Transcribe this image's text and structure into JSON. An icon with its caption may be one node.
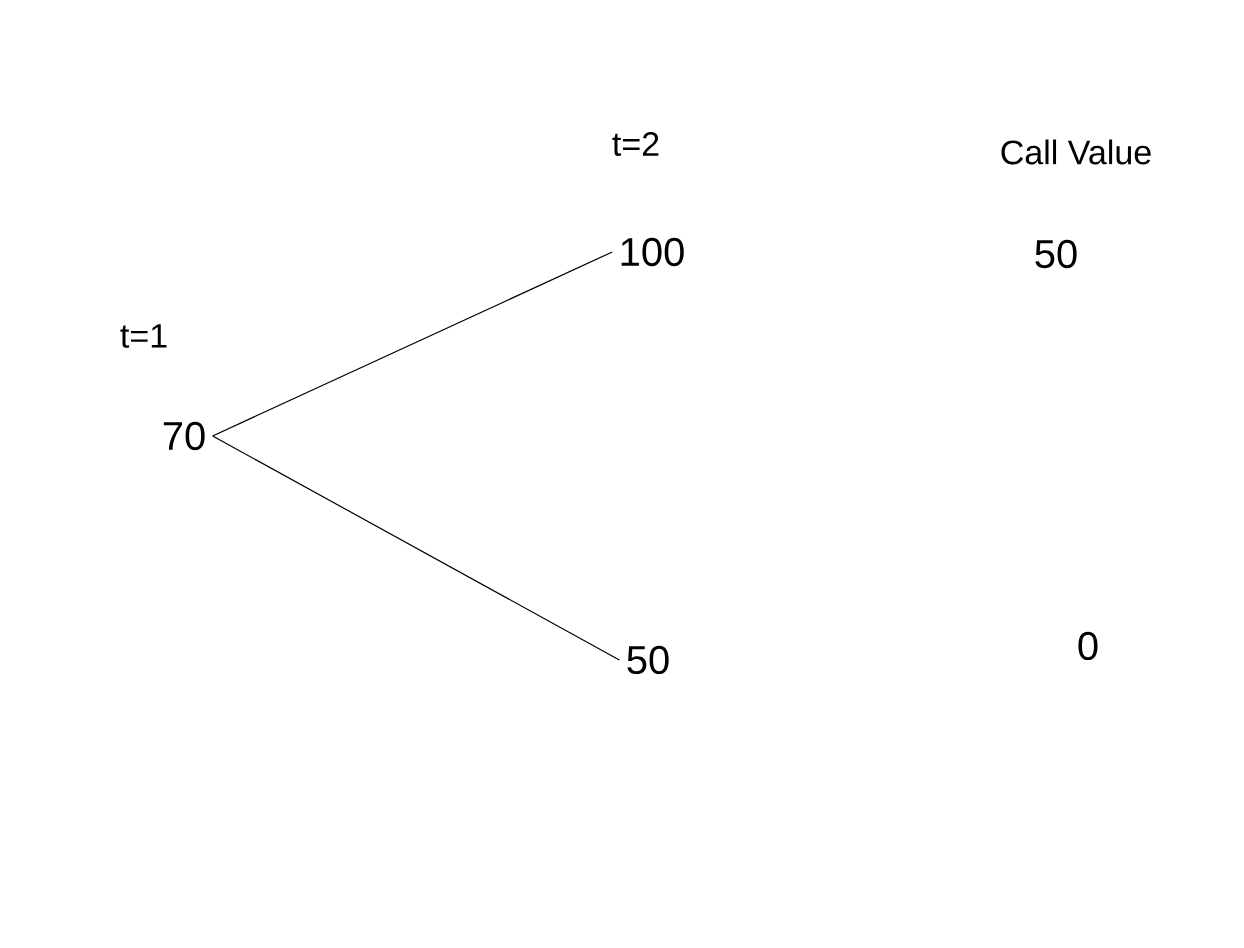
{
  "diagram": {
    "nodes": [
      {
        "text": [
          "70"
        ]
      },
      {
        "text": [
          "100"
        ]
      },
      {
        "text": [
          "50"
        ]
      }
    ],
    "edges": [
      {
        "from": 0,
        "to": 1,
        "arrow": "none"
      },
      {
        "from": 0,
        "to": 2,
        "arrow": "none"
      }
    ],
    "labels": [
      "t=2",
      "Call Value",
      "t=1",
      "50",
      "0"
    ]
  }
}
